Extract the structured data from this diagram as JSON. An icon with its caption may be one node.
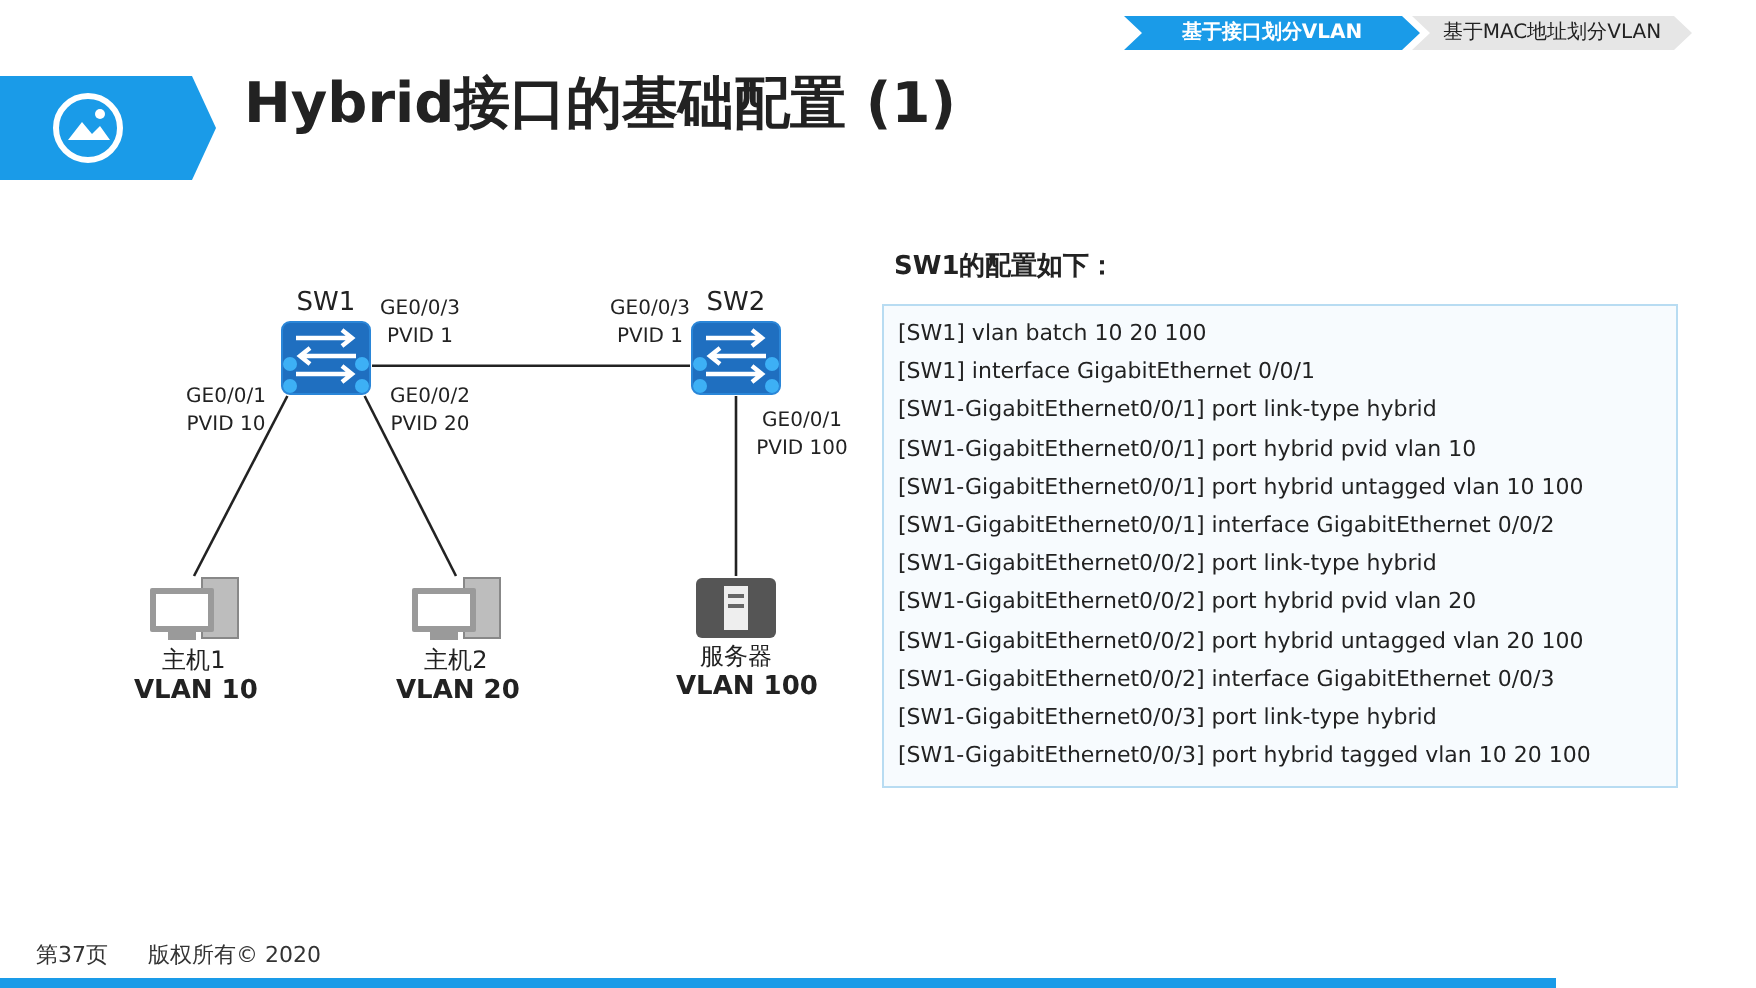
{
  "diagram": {
    "title": "Hybrid接口的基础配置 (1)",
    "nodes": [
      {
        "text": [
          "SW1"
        ]
      },
      {
        "text": [
          "SW2"
        ]
      },
      {
        "text": [
          "主机1",
          "VLAN 10"
        ]
      },
      {
        "text": [
          "主机2",
          "VLAN 20"
        ]
      },
      {
        "text": [
          "服务器",
          "VLAN 100"
        ]
      },
      {
        "text": [
          "SW1的配置如下：",
          "[SW1] vlan batch 10 20 100",
          "[SW1] interface GigabitEthernet 0/0/1",
          "[SW1-GigabitEthernet0/0/1] port link-type hybrid",
          "[SW1-GigabitEthernet0/0/1] port hybrid pvid vlan 10",
          "[SW1-GigabitEthernet0/0/1] port hybrid untagged vlan 10 100",
          "[SW1-GigabitEthernet0/0/1] interface GigabitEthernet 0/0/2",
          "[SW1-GigabitEthernet0/0/2] port link-type hybrid",
          "[SW1-GigabitEthernet0/0/2] port hybrid pvid vlan 20",
          "[SW1-GigabitEthernet0/0/2] port hybrid untagged vlan 20 100",
          "[SW1-GigabitEthernet0/0/2] interface GigabitEthernet 0/0/3",
          "[SW1-GigabitEthernet0/0/3] port link-type hybrid",
          "[SW1-GigabitEthernet0/0/3] port hybrid tagged vlan 10 20 100"
        ]
      }
    ],
    "edges": [
      {
        "from": 0,
        "to": 1,
        "arrow": "none"
      },
      {
        "from": 0,
        "to": 2,
        "arrow": "none"
      },
      {
        "from": 0,
        "to": 3,
        "arrow": "none"
      },
      {
        "from": 1,
        "to": 4,
        "arrow": "none"
      }
    ],
    "labels": [
      "基于接口划分VLAN",
      "基于MAC地址划分VLAN",
      "GE0/0/3 PVID 1",
      "GE0/0/3 PVID 1",
      "GE0/0/1 PVID 10",
      "GE0/0/2 PVID 20",
      "GE0/0/1 PVID 100",
      "第37页",
      "版权所有© 2020"
    ]
  }
}
